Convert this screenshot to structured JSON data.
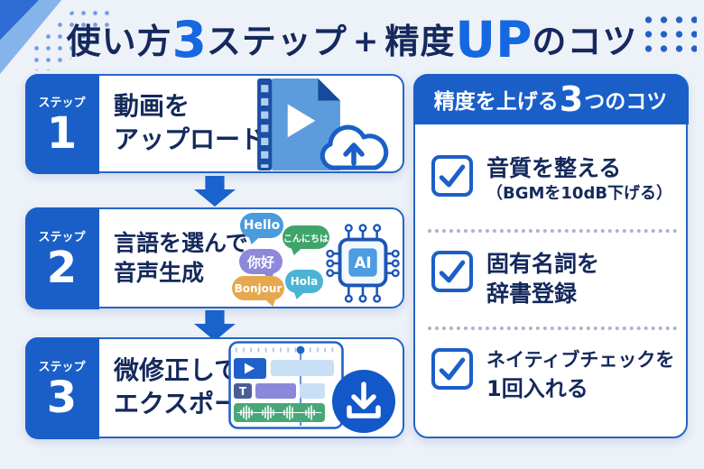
{
  "title": {
    "seg1": "使い方",
    "big1": "3",
    "seg2": "ステップ",
    "plus": "+",
    "seg3": "精度",
    "big2": "UP",
    "seg4": "のコツ"
  },
  "steps": [
    {
      "badge_label": "ステップ",
      "number": "1",
      "line1": "動画を",
      "line2": "アップロード"
    },
    {
      "badge_label": "ステップ",
      "number": "2",
      "line1": "言語を選んで",
      "line2": "音声生成"
    },
    {
      "badge_label": "ステップ",
      "number": "3",
      "line1": "微修正して",
      "line2": "エクスポート"
    }
  ],
  "speech_bubbles": [
    {
      "text": "Hello",
      "color": "#4A9BDC"
    },
    {
      "text": "こんにちは",
      "color": "#3FA46A"
    },
    {
      "text": "你好",
      "color": "#8E88DB"
    },
    {
      "text": "Bonjour",
      "color": "#E6A84E"
    },
    {
      "text": "Hola",
      "color": "#49B4D6"
    }
  ],
  "ai_chip": {
    "label": "AI"
  },
  "timeline": {
    "track_label": "T"
  },
  "tips_panel": {
    "header": {
      "seg1": "精度を上げる",
      "big": "3",
      "seg2": "つのコツ"
    },
    "tips": [
      {
        "line1": "音質を整える",
        "line2": "（BGMを10dB下げる）"
      },
      {
        "line1": "固有名詞を",
        "line2": "辞書登録"
      },
      {
        "line1": "ネイティブチェックを",
        "line2": "1回入れる"
      }
    ]
  },
  "colors": {
    "background": "#EDF1F8",
    "primary_blue": "#1A5FC8",
    "accent_blue": "#1567E2",
    "navy_text": "#15295E",
    "border_blue": "#2565C6",
    "timeline_green": "#47A877",
    "timeline_purple": "#8B87DB",
    "light_bar_blue": "#C9DFF5"
  }
}
